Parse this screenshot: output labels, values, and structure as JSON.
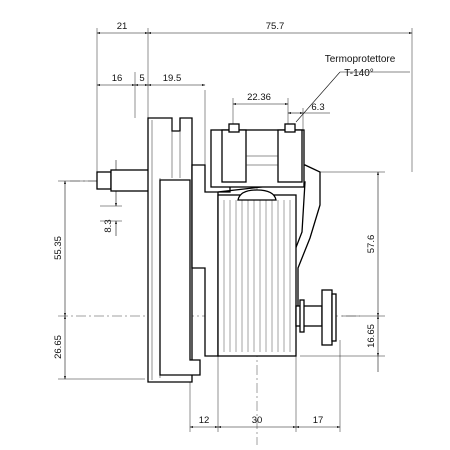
{
  "dimensions": {
    "top_left_width": "21",
    "overall_width": "75.7",
    "flange_16": "16",
    "flange_5": "5",
    "flange_19_5": "19.5",
    "terminal_spacing": "22.36",
    "terminal_offset": "6.3",
    "shaft_dia": "8.3",
    "shaft_height": "55.35",
    "lower_height": "26.65",
    "motor_height": "57.6",
    "bottom_right_height": "16.65",
    "bottom_12": "12",
    "bottom_30": "30",
    "bottom_17": "17"
  },
  "thermal_protector": {
    "name": "Termoprotettore",
    "rating": "T-140°"
  }
}
